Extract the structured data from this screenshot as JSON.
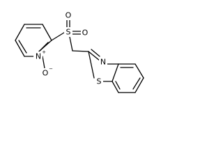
{
  "molecule": {
    "atoms": {
      "sulfonyl_s": "S",
      "sulfonyl_o_left": "O",
      "sulfonyl_o_right": "O",
      "pyridine_n": "N",
      "n_oxide_o": "O",
      "thiazole_n": "N",
      "thiazole_s": "S"
    },
    "charges": {
      "pyridine_n": "+",
      "n_oxide_o": "−"
    }
  }
}
